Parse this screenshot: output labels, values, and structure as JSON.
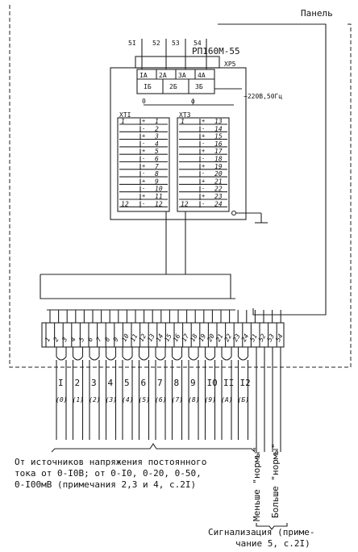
{
  "panel_label": "Панель",
  "relay": {
    "model": "РП160М-55",
    "connector": "ХР5",
    "top_pins": [
      "5I",
      "52",
      "53",
      "54"
    ],
    "row_a": [
      "IA",
      "2A",
      "3A",
      "4A"
    ],
    "row_b": [
      "IБ",
      "2Б",
      "3Б"
    ],
    "power": "~220В,50Гц",
    "sym_left": "0",
    "sym_right": "ф"
  },
  "xt1": {
    "title": "ХТI",
    "left": [
      "1",
      "",
      "",
      "",
      "",
      "",
      "",
      "",
      "",
      "",
      "",
      "12"
    ],
    "right": [
      "1",
      "2",
      "3",
      "4",
      "5",
      "6",
      "7",
      "8",
      "9",
      "10",
      "11",
      "12"
    ],
    "signs": [
      "+",
      "-",
      "+",
      "-",
      "+",
      "-",
      "+",
      "-",
      "+",
      "-",
      "+",
      "-"
    ]
  },
  "xt3": {
    "title": "ХТ3",
    "left": [
      "1",
      "",
      "",
      "",
      "",
      "",
      "",
      "",
      "",
      "",
      "",
      "12"
    ],
    "right": [
      "13",
      "14",
      "15",
      "16",
      "17",
      "18",
      "19",
      "20",
      "21",
      "22",
      "23",
      "24"
    ],
    "signs": [
      "+",
      "-",
      "+",
      "-",
      "+",
      "-",
      "+",
      "-",
      "+",
      "-",
      "+",
      "-"
    ]
  },
  "strip_terminals": [
    "1",
    "2",
    "3",
    "4",
    "5",
    "6",
    "7",
    "8",
    "9",
    "10",
    "11",
    "12",
    "13",
    "14",
    "15",
    "16",
    "17",
    "18",
    "19",
    "20",
    "21",
    "22",
    "23",
    "24",
    "51",
    "52",
    "53",
    "54"
  ],
  "channels": [
    {
      "num": "I",
      "sub": "(0)"
    },
    {
      "num": "2",
      "sub": "(1)"
    },
    {
      "num": "3",
      "sub": "(2)"
    },
    {
      "num": "4",
      "sub": "(3)"
    },
    {
      "num": "5",
      "sub": "(4)"
    },
    {
      "num": "6",
      "sub": "(5)"
    },
    {
      "num": "7",
      "sub": "(6)"
    },
    {
      "num": "8",
      "sub": "(7)"
    },
    {
      "num": "9",
      "sub": "(8)"
    },
    {
      "num": "I0",
      "sub": "(9)"
    },
    {
      "num": "II",
      "sub": "(A)"
    },
    {
      "num": "I2",
      "sub": "(Б)"
    }
  ],
  "less_norm": "Меньше \"нормы\"",
  "more_norm": "Больше \"нормы\"",
  "source_note": [
    "От источников напряжения постоянного",
    "тока от 0-I0В; от 0-I0, 0-20, 0-50,",
    "0-I00мВ (примечания 2,3 и 4, с.2I)"
  ],
  "signal_note": [
    "Сигнализация (приме-",
    "чание 5, с.2I)"
  ]
}
